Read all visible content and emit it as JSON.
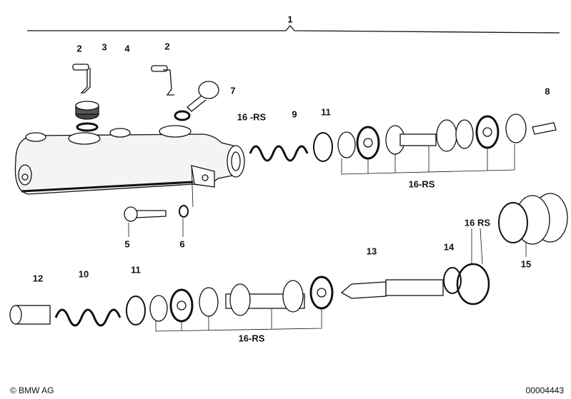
{
  "labels": {
    "l1": "1",
    "l2a": "2",
    "l3": "3",
    "l4": "4",
    "l2b": "2",
    "l7": "7",
    "l16a": "16 -RS",
    "l9": "9",
    "l11a": "11",
    "l8": "8",
    "l16b": "16-RS",
    "l5": "5",
    "l6": "6",
    "l16c": "16 RS",
    "l15": "15",
    "l13": "13",
    "l14": "14",
    "l12": "12",
    "l10": "10",
    "l11b": "11",
    "l16d": "16-RS"
  },
  "footer": {
    "copyright": "© BMW AG",
    "diagram_number": "00004443"
  },
  "colors": {
    "ink": "#111111",
    "background": "#ffffff"
  }
}
